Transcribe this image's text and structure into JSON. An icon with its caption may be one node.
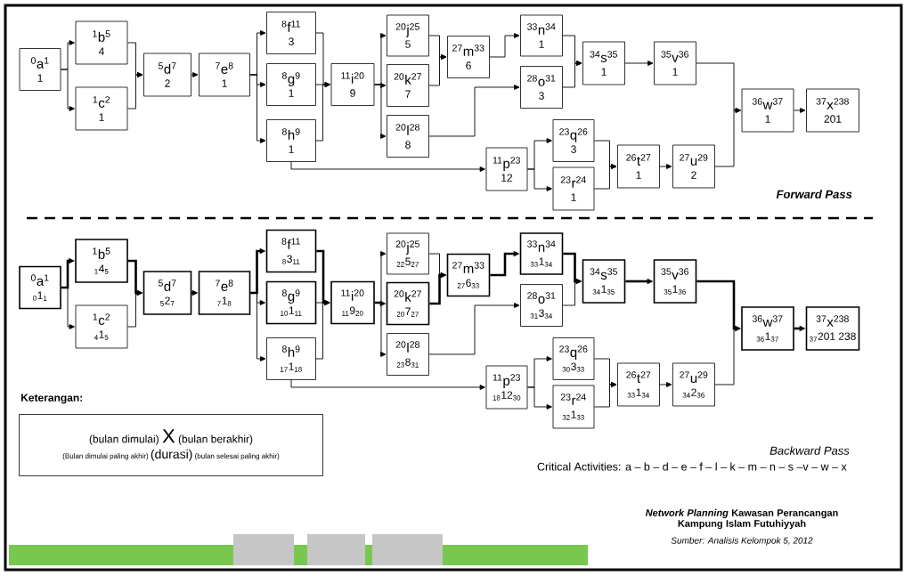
{
  "diagram": {
    "caption": "*Network Planning* Kawasan Perancangan Kampung Islam Futuhiyyah",
    "nodes": [
      {
        "text": [
          "$^{0}$a$^{1}$",
          "1"
        ]
      },
      {
        "text": [
          "$^{1}$b$^{5}$",
          "4"
        ]
      },
      {
        "text": [
          "$^{1}$c$^{2}$",
          "1"
        ]
      },
      {
        "text": [
          "$^{5}$d$^{7}$",
          "2"
        ]
      },
      {
        "text": [
          "$^{7}$e$^{8}$",
          "1"
        ]
      },
      {
        "text": [
          "$^{8}$f$^{11}$",
          "3"
        ]
      },
      {
        "text": [
          "$^{8}$g$^{9}$",
          "1"
        ]
      },
      {
        "text": [
          "$^{8}$h$^{9}$",
          "1"
        ]
      },
      {
        "text": [
          "$^{11}$i$^{20}$",
          "9"
        ]
      },
      {
        "text": [
          "$^{20}$j$^{25}$",
          "5"
        ]
      },
      {
        "text": [
          "$^{20}$k$^{27}$",
          "7"
        ]
      },
      {
        "text": [
          "$^{20}$l$^{28}$",
          "8"
        ]
      },
      {
        "text": [
          "$^{27}$m$^{33}$",
          "6"
        ]
      },
      {
        "text": [
          "$^{33}$n$^{34}$",
          "1"
        ]
      },
      {
        "text": [
          "$^{28}$o$^{31}$",
          "3"
        ]
      },
      {
        "text": [
          "$^{11}$p$^{23}$",
          "12"
        ]
      },
      {
        "text": [
          "$^{23}$q$^{26}$",
          "3"
        ]
      },
      {
        "text": [
          "$^{23}$r$^{24}$",
          "1"
        ]
      },
      {
        "text": [
          "$^{34}$s$^{35}$",
          "1"
        ]
      },
      {
        "text": [
          "$^{26}$t$^{27}$",
          "1"
        ]
      },
      {
        "text": [
          "$^{27}$u$^{29}$",
          "2"
        ]
      },
      {
        "text": [
          "$^{35}$v$^{36}$",
          "1"
        ]
      },
      {
        "text": [
          "$^{36}$w$^{37}$",
          "1"
        ]
      },
      {
        "text": [
          "$^{37}$x$^{238}$",
          "201"
        ]
      },
      {
        "text": [
          "$^{0}$a$^{1}$",
          "$_{0}$1$_{1}$"
        ]
      },
      {
        "text": [
          "$^{1}$b$^{5}$",
          "$_{1}$4$_{5}$"
        ]
      },
      {
        "text": [
          "$^{1}$c$^{2}$",
          "$_{4}$1$_{5}$"
        ]
      },
      {
        "text": [
          "$^{5}$d$^{7}$",
          "$_{5}$2$_{7}$"
        ]
      },
      {
        "text": [
          "$^{7}$e$^{8}$",
          "$_{7}$1$_{8}$"
        ]
      },
      {
        "text": [
          "$^{8}$f$^{11}$",
          "$_{8}$3$_{11}$"
        ]
      },
      {
        "text": [
          "$^{8}$g$^{9}$",
          "$_{10}$1$_{11}$"
        ]
      },
      {
        "text": [
          "$^{8}$h$^{9}$",
          "$_{17}$1$_{18}$"
        ]
      },
      {
        "text": [
          "$^{11}$i$^{20}$",
          "$_{11}$9$_{20}$"
        ]
      },
      {
        "text": [
          "$^{20}$j$^{25}$",
          "$_{22}$5$_{27}$"
        ]
      },
      {
        "text": [
          "$^{20}$k$^{27}$",
          "$_{20}$7$_{27}$"
        ]
      },
      {
        "text": [
          "$^{20}$l$^{28}$",
          "$_{23}$8$_{31}$"
        ]
      },
      {
        "text": [
          "$^{27}$m$^{33}$",
          "$_{27}$6$_{33}$"
        ]
      },
      {
        "text": [
          "$^{33}$n$^{34}$",
          "$_{33}$1$_{34}$"
        ]
      },
      {
        "text": [
          "$^{28}$o$^{31}$",
          "$_{31}$3$_{34}$"
        ]
      },
      {
        "text": [
          "$^{11}$p$^{23}$",
          "$_{18}$12$_{30}$"
        ]
      },
      {
        "text": [
          "$^{23}$q$^{26}$",
          "$_{30}$3$_{33}$"
        ]
      },
      {
        "text": [
          "$^{23}$r$^{24}$",
          "$_{32}$1$_{33}$"
        ]
      },
      {
        "text": [
          "$^{34}$s$^{35}$",
          "$_{34}$1$_{35}$"
        ]
      },
      {
        "text": [
          "$^{26}$t$^{27}$",
          "$_{33}$1$_{34}$"
        ]
      },
      {
        "text": [
          "$^{27}$u$^{29}$",
          "$_{34}$2$_{36}$"
        ]
      },
      {
        "text": [
          "$^{35}$v$^{36}$",
          "$_{35}$1$_{36}$"
        ]
      },
      {
        "text": [
          "$^{36}$w$^{37}$",
          "$_{36}$1$_{37}$"
        ]
      },
      {
        "text": [
          "$^{37}$x$^{238}$",
          "$_{37}$201 238"
        ]
      },
      {
        "text": [
          "(bulan dimulai)",
          "X",
          "(bulan berakhir)",
          "(Bulan dimulai paling akhir)",
          "(durasi)",
          "(bulan selesai paling akhir)"
        ]
      }
    ],
    "edges": [
      {
        "from": 0,
        "to": 1,
        "arrow": "to"
      },
      {
        "from": 0,
        "to": 2,
        "arrow": "to"
      },
      {
        "from": 1,
        "to": 3,
        "arrow": "to"
      },
      {
        "from": 2,
        "to": 3,
        "arrow": "to"
      },
      {
        "from": 3,
        "to": 4,
        "arrow": "to"
      },
      {
        "from": 4,
        "to": 5,
        "arrow": "to"
      },
      {
        "from": 4,
        "to": 6,
        "arrow": "to"
      },
      {
        "from": 4,
        "to": 7,
        "arrow": "to"
      },
      {
        "from": 5,
        "to": 8,
        "arrow": "to"
      },
      {
        "from": 6,
        "to": 8,
        "arrow": "to"
      },
      {
        "from": 7,
        "to": 8,
        "arrow": "to"
      },
      {
        "from": 7,
        "to": 15,
        "arrow": "to"
      },
      {
        "from": 8,
        "to": 9,
        "arrow": "to"
      },
      {
        "from": 8,
        "to": 10,
        "arrow": "to"
      },
      {
        "from": 8,
        "to": 11,
        "arrow": "to"
      },
      {
        "from": 9,
        "to": 12,
        "arrow": "to"
      },
      {
        "from": 10,
        "to": 12,
        "arrow": "to"
      },
      {
        "from": 11,
        "to": 14,
        "arrow": "to"
      },
      {
        "from": 12,
        "to": 13,
        "arrow": "to"
      },
      {
        "from": 13,
        "to": 18,
        "arrow": "to"
      },
      {
        "from": 14,
        "to": 18,
        "arrow": "to"
      },
      {
        "from": 18,
        "to": 21,
        "arrow": "to"
      },
      {
        "from": 15,
        "to": 16,
        "arrow": "to"
      },
      {
        "from": 15,
        "to": 17,
        "arrow": "to"
      },
      {
        "from": 16,
        "to": 19,
        "arrow": "to"
      },
      {
        "from": 17,
        "to": 19,
        "arrow": "to"
      },
      {
        "from": 19,
        "to": 20,
        "arrow": "to"
      },
      {
        "from": 21,
        "to": 22,
        "arrow": "to"
      },
      {
        "from": 20,
        "to": 22,
        "arrow": "to"
      },
      {
        "from": 22,
        "to": 23,
        "arrow": "to"
      },
      {
        "from": 24,
        "to": 25,
        "arrow": "to",
        "style": "thick"
      },
      {
        "from": 24,
        "to": 26,
        "arrow": "to"
      },
      {
        "from": 25,
        "to": 27,
        "arrow": "to",
        "style": "thick"
      },
      {
        "from": 26,
        "to": 27,
        "arrow": "to"
      },
      {
        "from": 27,
        "to": 28,
        "arrow": "to",
        "style": "thick"
      },
      {
        "from": 28,
        "to": 29,
        "arrow": "to",
        "style": "thick"
      },
      {
        "from": 28,
        "to": 30,
        "arrow": "to"
      },
      {
        "from": 28,
        "to": 31,
        "arrow": "to"
      },
      {
        "from": 29,
        "to": 32,
        "arrow": "to",
        "style": "thick"
      },
      {
        "from": 30,
        "to": 32,
        "arrow": "to"
      },
      {
        "from": 31,
        "to": 32,
        "arrow": "to"
      },
      {
        "from": 31,
        "to": 39,
        "arrow": "to"
      },
      {
        "from": 32,
        "to": 33,
        "arrow": "to"
      },
      {
        "from": 32,
        "to": 34,
        "arrow": "to",
        "style": "thick"
      },
      {
        "from": 32,
        "to": 35,
        "arrow": "to"
      },
      {
        "from": 33,
        "to": 36,
        "arrow": "to"
      },
      {
        "from": 34,
        "to": 36,
        "arrow": "to",
        "style": "thick"
      },
      {
        "from": 35,
        "to": 38,
        "arrow": "to"
      },
      {
        "from": 36,
        "to": 37,
        "arrow": "to",
        "style": "thick"
      },
      {
        "from": 37,
        "to": 42,
        "arrow": "to",
        "style": "thick"
      },
      {
        "from": 38,
        "to": 42,
        "arrow": "to"
      },
      {
        "from": 42,
        "to": 45,
        "arrow": "to",
        "style": "thick"
      },
      {
        "from": 39,
        "to": 40,
        "arrow": "to"
      },
      {
        "from": 39,
        "to": 41,
        "arrow": "to"
      },
      {
        "from": 40,
        "to": 43,
        "arrow": "to"
      },
      {
        "from": 41,
        "to": 43,
        "arrow": "to"
      },
      {
        "from": 43,
        "to": 44,
        "arrow": "to"
      },
      {
        "from": 45,
        "to": 46,
        "arrow": "to",
        "style": "thick"
      },
      {
        "from": 44,
        "to": 46,
        "arrow": "to"
      },
      {
        "from": 46,
        "to": 47,
        "arrow": "to",
        "style": "thick"
      }
    ],
    "labels": [
      "Forward Pass",
      "Keterangan:",
      "Backward Pass",
      "Critical Activities: a – b – d – e – f – l – k – m – n – s –v – w – x",
      "Sumber: Analisis Kelompok 5, 2012"
    ]
  }
}
